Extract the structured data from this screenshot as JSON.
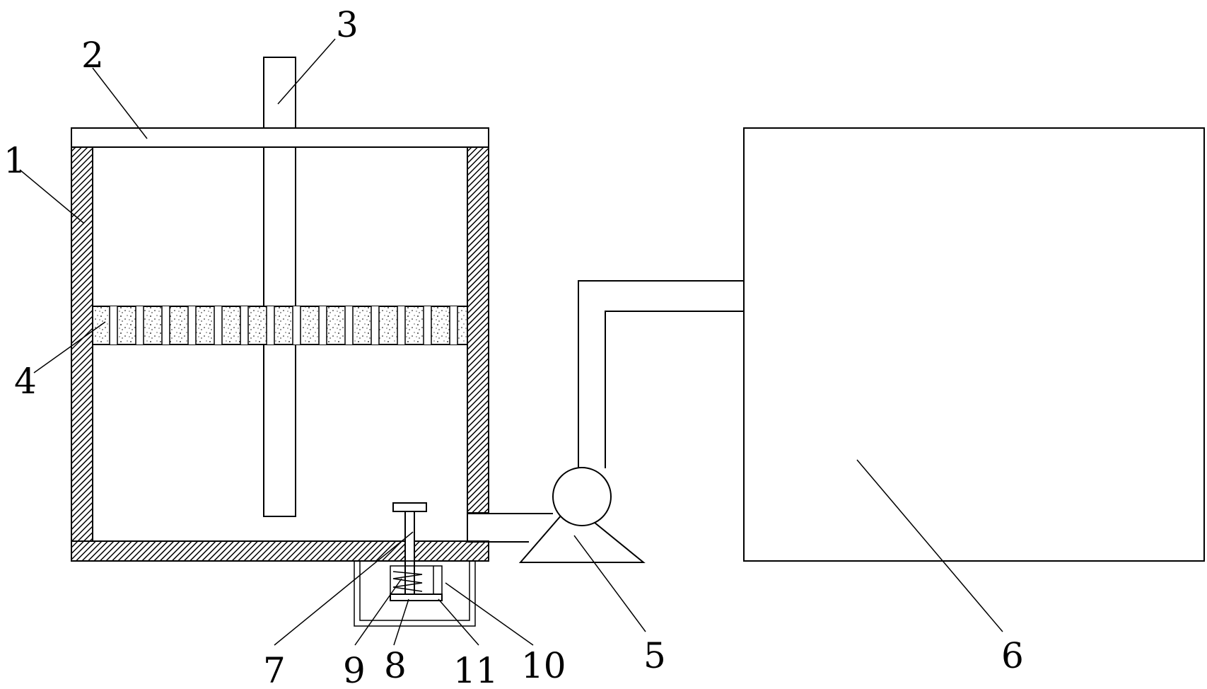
{
  "diagram": {
    "labels": {
      "l1": "1",
      "l2": "2",
      "l3": "3",
      "l4": "4",
      "l5": "5",
      "l6": "6",
      "l7": "7",
      "l8": "8",
      "l9": "9",
      "l10": "10",
      "l11": "11"
    }
  }
}
